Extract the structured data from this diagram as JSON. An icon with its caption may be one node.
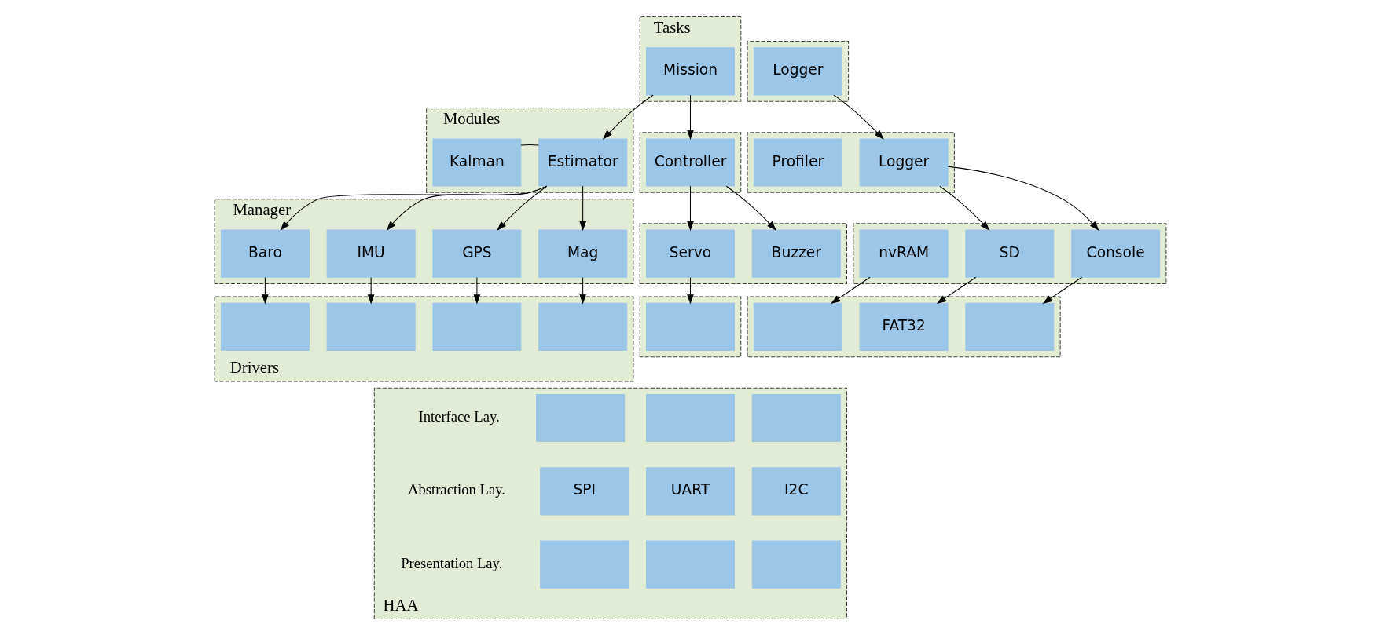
{
  "diagram": {
    "nodes": [
      {
        "text": [
          "Tasks"
        ]
      },
      {
        "text": [
          "Mission"
        ],
        "in": 0
      },
      {
        "text": [],
        "shape": "box"
      },
      {
        "text": [
          "Logger"
        ],
        "in": 2
      },
      {
        "text": [
          "Modules"
        ]
      },
      {
        "text": [
          "Kalman"
        ],
        "in": 4
      },
      {
        "text": [
          "Estimator"
        ],
        "in": 4
      },
      {
        "text": [],
        "shape": "box"
      },
      {
        "text": [
          "Controller"
        ],
        "in": 7
      },
      {
        "text": [],
        "shape": "box"
      },
      {
        "text": [
          "Profiler"
        ],
        "in": 9
      },
      {
        "text": [
          "Logger"
        ],
        "in": 9
      },
      {
        "text": [
          "Manager"
        ]
      },
      {
        "text": [
          "Baro"
        ],
        "in": 12
      },
      {
        "text": [
          "IMU"
        ],
        "in": 12
      },
      {
        "text": [
          "GPS"
        ],
        "in": 12
      },
      {
        "text": [
          "Mag"
        ],
        "in": 12
      },
      {
        "text": [],
        "shape": "box"
      },
      {
        "text": [
          "Servo"
        ],
        "in": 17
      },
      {
        "text": [
          "Buzzer"
        ],
        "in": 17
      },
      {
        "text": [],
        "shape": "box"
      },
      {
        "text": [
          "nvRAM"
        ],
        "in": 20
      },
      {
        "text": [
          "SD"
        ],
        "in": 20
      },
      {
        "text": [
          "Console"
        ],
        "in": 20
      },
      {
        "text": [
          "Drivers"
        ]
      },
      {
        "text": [],
        "shape": "box",
        "in": 24
      },
      {
        "text": [],
        "shape": "box",
        "in": 24
      },
      {
        "text": [],
        "shape": "box",
        "in": 24
      },
      {
        "text": [],
        "shape": "box",
        "in": 24
      },
      {
        "text": [],
        "shape": "box"
      },
      {
        "text": [],
        "shape": "box",
        "in": 29
      },
      {
        "text": [],
        "shape": "box"
      },
      {
        "text": [],
        "shape": "box",
        "in": 31
      },
      {
        "text": [
          "FAT32"
        ],
        "in": 31
      },
      {
        "text": [],
        "shape": "box",
        "in": 31
      },
      {
        "text": [
          "HAA"
        ]
      },
      {
        "text": [],
        "shape": "box",
        "in": 35
      },
      {
        "text": [],
        "shape": "box",
        "in": 35
      },
      {
        "text": [],
        "shape": "box",
        "in": 35
      },
      {
        "text": [
          "SPI"
        ],
        "in": 35
      },
      {
        "text": [
          "UART"
        ],
        "in": 35
      },
      {
        "text": [
          "I2C"
        ],
        "in": 35
      },
      {
        "text": [],
        "shape": "box",
        "in": 35
      },
      {
        "text": [],
        "shape": "box",
        "in": 35
      },
      {
        "text": [],
        "shape": "box",
        "in": 35
      }
    ],
    "edges": [
      {
        "from": 1,
        "to": 6,
        "arrow": "to"
      },
      {
        "from": 1,
        "to": 8,
        "arrow": "to"
      },
      {
        "from": 3,
        "to": 11,
        "arrow": "to"
      },
      {
        "from": 5,
        "to": 6,
        "arrow": "none"
      },
      {
        "from": 6,
        "to": 13,
        "arrow": "to"
      },
      {
        "from": 6,
        "to": 14,
        "arrow": "to"
      },
      {
        "from": 6,
        "to": 15,
        "arrow": "to"
      },
      {
        "from": 6,
        "to": 16,
        "arrow": "to"
      },
      {
        "from": 8,
        "to": 18,
        "arrow": "to"
      },
      {
        "from": 8,
        "to": 19,
        "arrow": "to"
      },
      {
        "from": 11,
        "to": 22,
        "arrow": "to"
      },
      {
        "from": 11,
        "to": 23,
        "arrow": "to"
      },
      {
        "from": 13,
        "to": 25,
        "arrow": "to"
      },
      {
        "from": 14,
        "to": 26,
        "arrow": "to"
      },
      {
        "from": 15,
        "to": 27,
        "arrow": "to"
      },
      {
        "from": 16,
        "to": 28,
        "arrow": "to"
      },
      {
        "from": 18,
        "to": 30,
        "arrow": "to"
      },
      {
        "from": 21,
        "to": 32,
        "arrow": "to"
      },
      {
        "from": 22,
        "to": 33,
        "arrow": "to"
      },
      {
        "from": 23,
        "to": 34,
        "arrow": "to"
      }
    ],
    "labels": [
      "Interface Lay.",
      "Abstraction Lay.",
      "Presentation Lay."
    ]
  }
}
